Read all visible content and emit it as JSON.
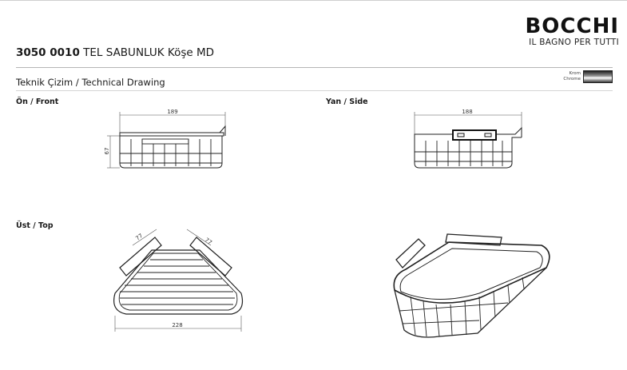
{
  "brand": {
    "name": "BOCCHI",
    "tagline": "IL BAGNO PER TUTTI"
  },
  "product": {
    "code": "3050 0010",
    "name": "TEL SABUNLUK Köşe MD"
  },
  "section_title": "Teknik Çizim / Technical Drawing",
  "finish": {
    "label_tr": "Krom",
    "label_en": "Chrome"
  },
  "views": {
    "front": {
      "label": "Ön / Front",
      "width_dim": "189",
      "height_dim": "67"
    },
    "side": {
      "label": "Yan / Side",
      "width_dim": "188"
    },
    "top": {
      "label": "Üst / Top",
      "left_dim": "77",
      "right_dim": "77",
      "width_dim": "228"
    }
  }
}
